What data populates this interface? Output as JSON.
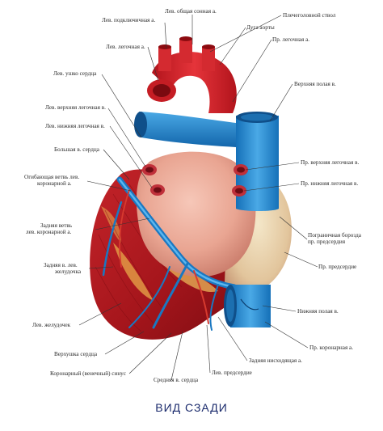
{
  "caption": "ВИД СЗАДИ",
  "labels": [
    {
      "id": "lev-obshchaya-sonnaya",
      "text": "Лев. общая сонная а."
    },
    {
      "id": "lev-podklyuchichnaya",
      "text": "Лев. подключичная а."
    },
    {
      "id": "plecheogolovnoy-stvol",
      "text": "Плечеголовной ствол"
    },
    {
      "id": "duga-aorty",
      "text": "Дуга аорты"
    },
    {
      "id": "lev-legochnaya",
      "text": "Лев. легочная а."
    },
    {
      "id": "pr-legochnaya",
      "text": "Пр. легочная а."
    },
    {
      "id": "lev-ushko-serdtsa",
      "text": "Лев. ушко сердца"
    },
    {
      "id": "verkhnyaya-polaya",
      "text": "Верхняя полая в."
    },
    {
      "id": "lev-verkhnyaya-legochnaya-v",
      "text": "Лев. верхняя легочная в."
    },
    {
      "id": "lev-nizhnyaya-legochnaya-v",
      "text": "Лев. нижняя легочная в."
    },
    {
      "id": "bolshaya-v-serdtsa",
      "text": "Большая в. сердца"
    },
    {
      "id": "pr-verkhnyaya-legochnaya-v",
      "text": "Пр. верхняя легочная в."
    },
    {
      "id": "ogibayushchaya-vetv-1",
      "text": "Огибающая ветвь лев."
    },
    {
      "id": "ogibayushchaya-vetv-2",
      "text": "коронарной а."
    },
    {
      "id": "pr-nizhnyaya-legochnaya-v",
      "text": "Пр. нижняя легочная в."
    },
    {
      "id": "zadnyaya-vetv-1",
      "text": "Задняя ветвь"
    },
    {
      "id": "zadnyaya-vetv-2",
      "text": "лев. коронарной а."
    },
    {
      "id": "pogranichnaya-borozda-1",
      "text": "Пограничная борозда"
    },
    {
      "id": "pogranichnaya-borozda-2",
      "text": "пр. предсердия"
    },
    {
      "id": "zadnyaya-v-1",
      "text": "Задняя в. лев."
    },
    {
      "id": "zadnyaya-v-2",
      "text": "желудочка"
    },
    {
      "id": "pr-predserdie",
      "text": "Пр. предсердие"
    },
    {
      "id": "nizhnyaya-polaya",
      "text": "Нижняя полая в."
    },
    {
      "id": "lev-zheludochek",
      "text": "Лев. желудочек"
    },
    {
      "id": "pr-koronarnaya",
      "text": "Пр. коронарная а."
    },
    {
      "id": "verkhushka-serdtsa",
      "text": "Верхушка сердца"
    },
    {
      "id": "zadnyaya-niskhodyashchaya",
      "text": "Задняя нисходящая а."
    },
    {
      "id": "koronarnyy-sinus",
      "text": "Коронарный (венечный) синус"
    },
    {
      "id": "lev-predserdie",
      "text": "Лев. предсердие"
    },
    {
      "id": "srednyaya-v-serdtsa",
      "text": "Средняя в. сердца"
    }
  ]
}
